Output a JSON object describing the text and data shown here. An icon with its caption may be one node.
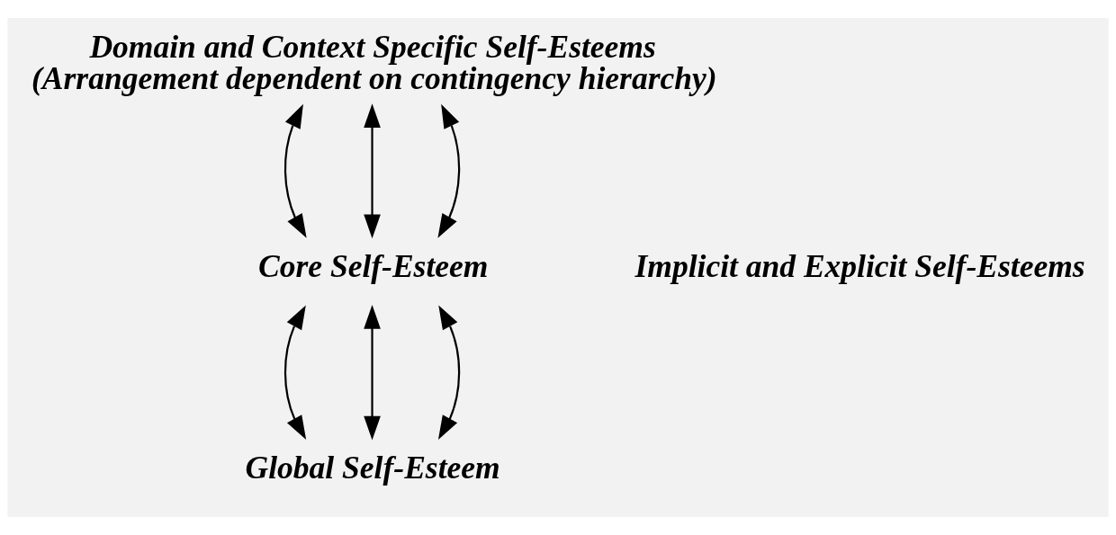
{
  "diagram": {
    "nodes": [
      {
        "text": [
          "Domain and Context Specific Self-Esteems",
          "(Arrangement dependent on contingency hierarchy)"
        ]
      },
      {
        "text": [
          "Core Self-Esteem"
        ]
      },
      {
        "text": [
          "Global Self-Esteem"
        ]
      }
    ],
    "edges": [
      {
        "from": 0,
        "to": 1,
        "arrow": "both"
      },
      {
        "from": 0,
        "to": 1,
        "arrow": "both"
      },
      {
        "from": 0,
        "to": 1,
        "arrow": "both"
      },
      {
        "from": 1,
        "to": 2,
        "arrow": "both"
      },
      {
        "from": 1,
        "to": 2,
        "arrow": "both"
      },
      {
        "from": 1,
        "to": 2,
        "arrow": "both"
      }
    ],
    "labels": [
      "Implicit and Explicit Self-Esteems"
    ]
  }
}
